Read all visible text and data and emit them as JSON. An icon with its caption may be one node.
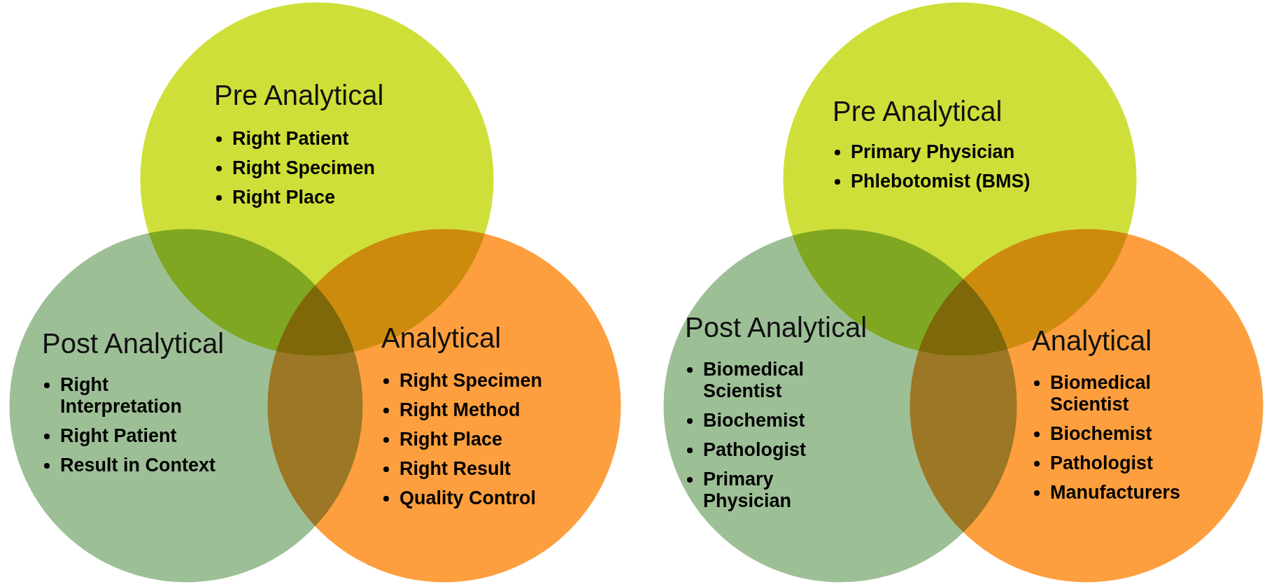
{
  "diagram": {
    "nodes": [
      {
        "text": [
          "Pre Analytical",
          "Right Patient",
          "Right Specimen",
          "Right Place"
        ]
      },
      {
        "text": [
          "Post Analytical",
          "Right Interpretation",
          "Right Patient",
          "Result in Context"
        ]
      },
      {
        "text": [
          "Analytical",
          "Right Specimen",
          "Right Method",
          "Right Place",
          "Right Result",
          "Quality Control"
        ]
      },
      {
        "text": [
          "Pre Analytical",
          "Primary Physician",
          "Phlebotomist (BMS)"
        ]
      },
      {
        "text": [
          "Post Analytical",
          "Biomedical Scientist",
          "Biochemist",
          "Pathologist",
          "Primary Physician"
        ]
      },
      {
        "text": [
          "Analytical",
          "Biomedical Scientist",
          "Biochemist",
          "Pathologist",
          "Manufacturers"
        ]
      }
    ],
    "edges": []
  }
}
